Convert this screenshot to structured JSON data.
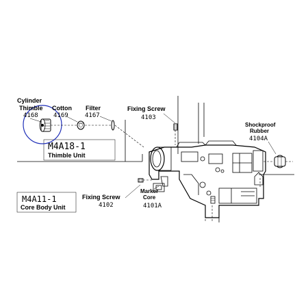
{
  "diagram": {
    "highlight_color": "#1f2fb8",
    "line_color": "#000000",
    "parts": {
      "cylinder_thimble": {
        "name_line1": "Cylinder",
        "name_line2": "Thimble",
        "code": "4168"
      },
      "cotton": {
        "name": "Cotton",
        "code": "4169"
      },
      "filter": {
        "name": "Filter",
        "code": "4167"
      },
      "fixing_screw_top": {
        "name": "Fixing Screw",
        "code": "4103"
      },
      "shockproof_rubber": {
        "name_line1": "Shockproof",
        "name_line2": "Rubber",
        "code": "4104A"
      },
      "fixing_screw_bottom": {
        "name": "Fixing Screw",
        "code": "4102"
      },
      "marker_core": {
        "name_line1": "Marker",
        "name_line2": "Core",
        "code": "4101A"
      }
    },
    "units": {
      "thimble_unit": {
        "code": "M4A18-1",
        "name": "Thimble Unit"
      },
      "core_body_unit": {
        "code": "M4A11-1",
        "name": "Core Body Unit"
      }
    }
  }
}
